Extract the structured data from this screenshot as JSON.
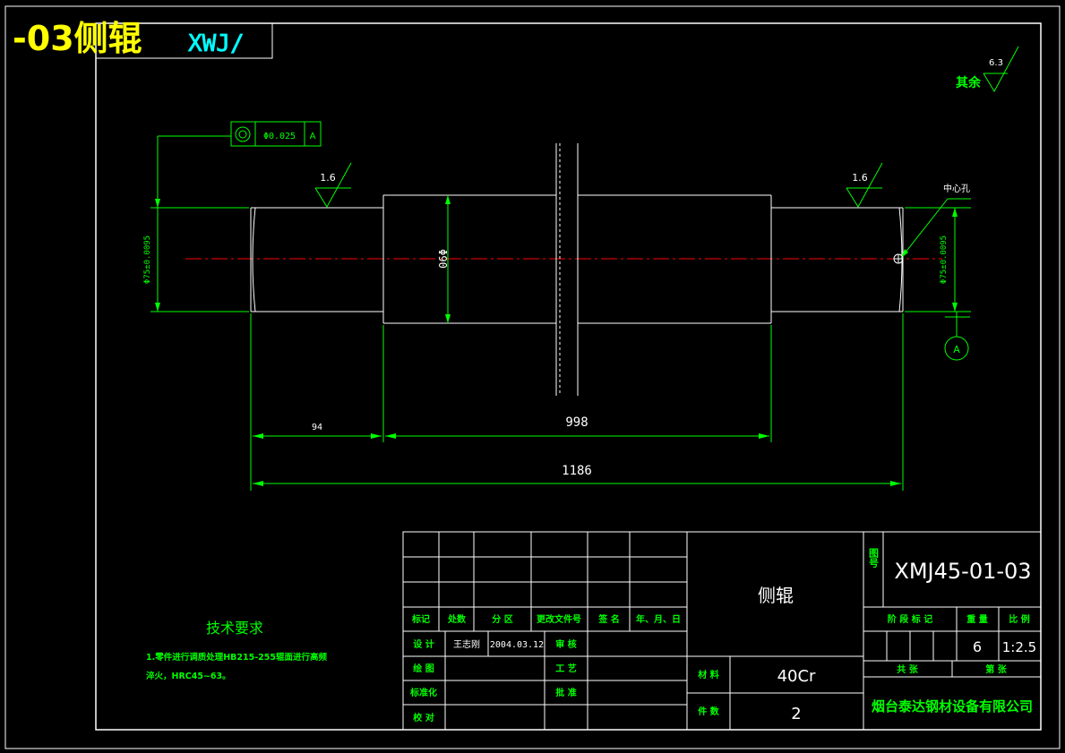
{
  "header": {
    "title": "-03侧辊",
    "overlay_text": "XWJ/"
  },
  "tolerance_frame": {
    "symbol": "concentricity",
    "value": "Φ0.025",
    "datum": "A"
  },
  "roughness": {
    "left": "1.6",
    "right": "1.6",
    "general_label": "其余",
    "general_value": "6.3"
  },
  "dimensions": {
    "left_diameter": "Φ75±0.0095",
    "right_diameter": "Φ75±0.0095",
    "body_diameter": "Φ90",
    "step_length": "94",
    "body_length": "998",
    "total_length": "1186"
  },
  "annotations": {
    "center_hole": "中心孔",
    "datum_label": "A"
  },
  "tech_requirements": {
    "title": "技术要求",
    "line1": "1.零件进行调质处理HB215-255辊面进行高频",
    "line2": "淬火，HRC45~63。"
  },
  "title_block": {
    "headers": {
      "mark": "标记",
      "count": "处数",
      "zone": "分 区",
      "change_doc": "更改文件号",
      "signature": "签 名",
      "date": "年、月、日"
    },
    "rows": {
      "design": "设 计",
      "designer": "王志刚",
      "design_date": "2004.03.12",
      "review": "审 核",
      "draw": "绘 图",
      "process": "工 艺",
      "standard": "标准化",
      "approve": "批 准",
      "check": "校 对"
    },
    "part_name": "侧辊",
    "drawing_no_label": "图号",
    "drawing_no": "XMJ45-01-03",
    "stage_label": "阶 段 标 记",
    "weight_label": "重 量",
    "scale_label": "比 例",
    "weight": "6",
    "scale": "1:2.5",
    "total_sheets": "共    张",
    "sheet_no": "第    张",
    "material_label": "材 料",
    "material": "40Cr",
    "quantity_label": "件 数",
    "quantity": "2",
    "company": "烟台泰达钢材设备有限公司"
  },
  "colors": {
    "frame": "#ffffff",
    "dimension": "#00ff00",
    "centerline": "#ff0000",
    "title_highlight": "#ffff00",
    "overlay": "#00ffff"
  }
}
